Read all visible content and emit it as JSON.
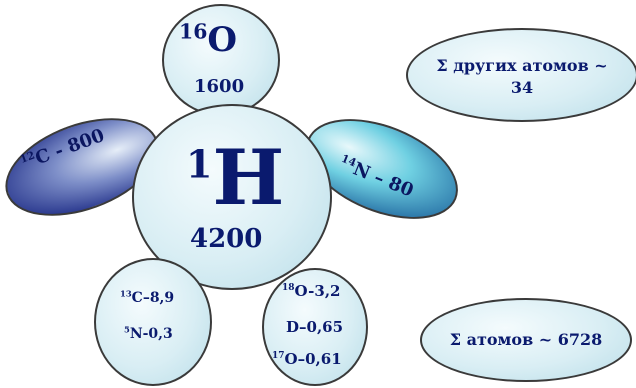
{
  "nodes": {
    "o16": {
      "mass": "16",
      "symbol": "O",
      "count": "1600"
    },
    "h1": {
      "mass": "1",
      "symbol": "H",
      "count": "4200"
    },
    "c12": {
      "mass": "12",
      "symbol": "C",
      "count": " - 800"
    },
    "n14": {
      "mass": "14",
      "symbol": "N",
      "count": " – 80"
    },
    "c13": {
      "mass": "13",
      "symbol": "C",
      "count": "–8,9"
    },
    "n5": {
      "mass": "5",
      "symbol": "N",
      "count": "-0,3"
    },
    "o18": {
      "mass": "18",
      "symbol": "O",
      "count": "-3,2"
    },
    "d": {
      "symbol": "D",
      "count": "–0,65"
    },
    "o17": {
      "mass": "17",
      "symbol": "O",
      "count": "–0,61"
    }
  },
  "others": {
    "line1": "Σ других атомов ~",
    "line2": "34"
  },
  "total": {
    "text": "Σ атомов ~ 6728"
  },
  "colors": {
    "text": "#0a1a6e",
    "bubble": "#d9eef4",
    "carbon_dark": "#1e2c86",
    "nitrogen_light": "#6fd0e2"
  }
}
